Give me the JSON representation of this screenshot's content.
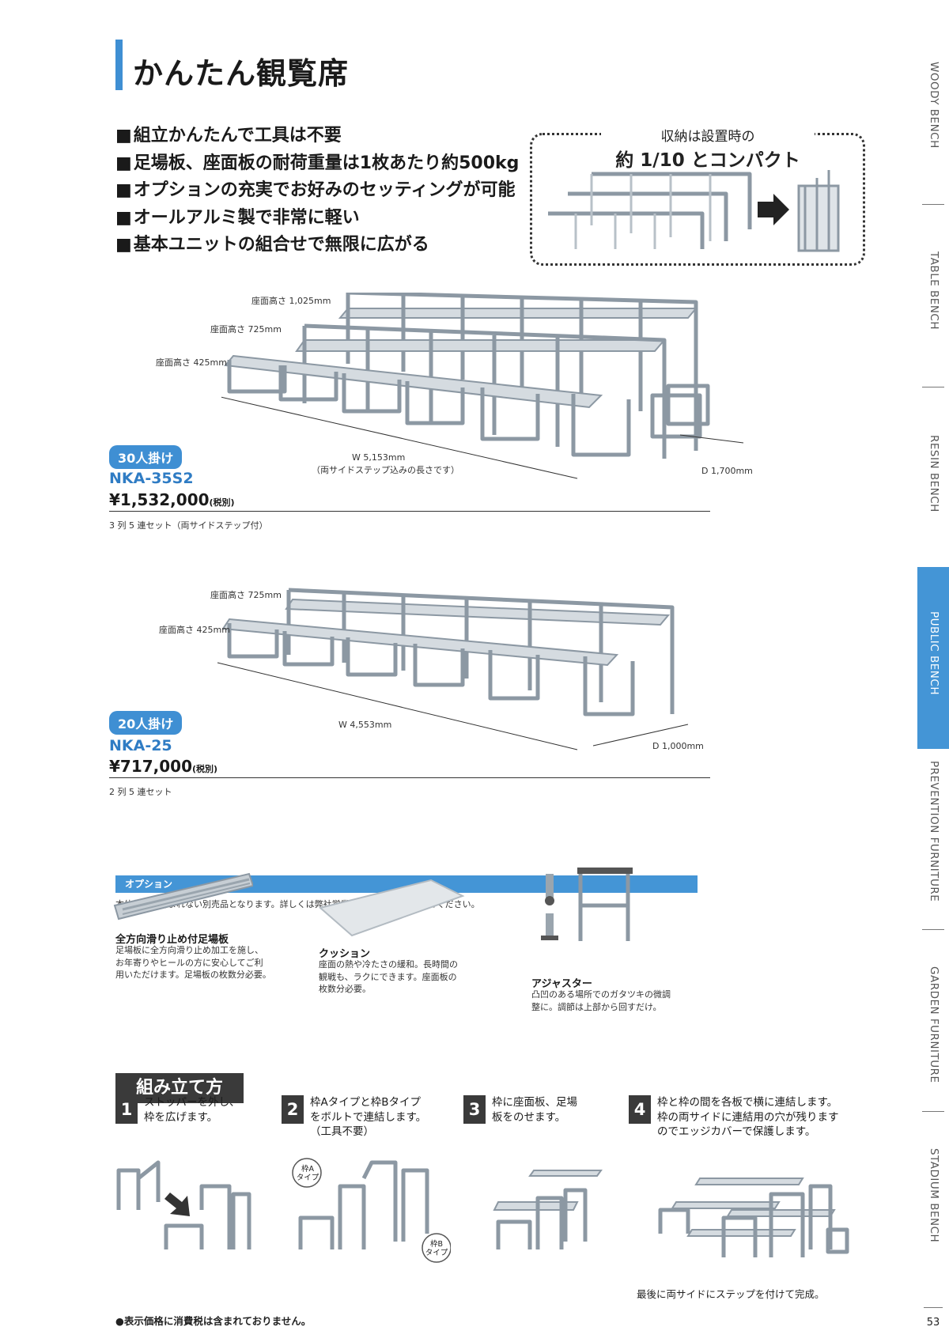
{
  "title": "かんたん観覧席",
  "features": [
    "組立かんたんで工具は不要",
    "足場板、座面板の耐荷重量は1枚あたり約500kg",
    "オプションの充実でお好みのセッティングが可能",
    "オールアルミ製で非常に軽い",
    "基本ユニットの組合せで無限に広がる"
  ],
  "storage": {
    "line1": "収納は設置時の",
    "line2": "約 1/10 とコンパクト"
  },
  "sidebar": {
    "tabs": [
      "WOODY BENCH",
      "TABLE BENCH",
      "RESIN BENCH",
      "PUBLIC BENCH",
      "PREVENTION FURNITURE",
      "GARDEN FURNITURE",
      "STADIUM BENCH"
    ],
    "active": "PUBLIC BENCH"
  },
  "page_number": "53",
  "product1": {
    "badge": "30人掛け",
    "model": "NKA-35S2",
    "price": "¥1,532,000",
    "tax": "(税別)",
    "set": "3 列 5 連セット（両サイドステップ付）",
    "dims": {
      "h1": "座面高さ 1,025mm",
      "h2": "座面高さ 725mm",
      "h3": "座面高さ 425mm",
      "width": "W 5,153mm",
      "width_note": "（両サイドステップ込みの長さです）",
      "depth": "D 1,700mm"
    }
  },
  "product2": {
    "badge": "20人掛け",
    "model": "NKA-25",
    "price": "¥717,000",
    "tax": "(税別)",
    "set": "2 列 5 連セット",
    "dims": {
      "h1": "座面高さ 725mm",
      "h2": "座面高さ 425mm",
      "width": "W 4,553mm",
      "depth": "D 1,000mm"
    }
  },
  "options": {
    "header": "オプション",
    "note": "本体価格に含まれない別売品となります。詳しくは弊社営業担当までお問い合わせください。",
    "items": [
      {
        "name": "全方向滑り止め付足場板",
        "desc": [
          "足場板に全方向滑り止め加工を施し、",
          "お年寄りやヒールの方に安心してご利",
          "用いただけます。足場板の枚数分必要。"
        ]
      },
      {
        "name": "クッション",
        "desc": [
          "座面の熱や冷たさの緩和。長時間の",
          "観戦も、ラクにできます。座面板の",
          "枚数分必要。"
        ]
      },
      {
        "name": "アジャスター",
        "desc": [
          "凸凹のある場所でのガタツキの微調",
          "整に。調節は上部から回すだけ。"
        ]
      }
    ]
  },
  "assembly": {
    "title": "組み立て方",
    "steps": [
      {
        "num": "1",
        "lines": [
          "ストッパーを外し、",
          "枠を広げます。"
        ]
      },
      {
        "num": "2",
        "lines": [
          "枠Aタイプと枠Bタイプ",
          "をボルトで連結します。",
          "（工具不要）"
        ]
      },
      {
        "num": "3",
        "lines": [
          "枠に座面板、足場",
          "板をのせます。"
        ]
      },
      {
        "num": "4",
        "lines": [
          "枠と枠の間を各板で横に連結します。",
          "枠の両サイドに連結用の穴が残ります",
          "のでエッジカバーで保護します。"
        ]
      }
    ],
    "labelA": [
      "枠A",
      "タイプ"
    ],
    "labelB": [
      "枠B",
      "タイプ"
    ],
    "final_note": "最後に両サイドにステップを付けて完成。"
  },
  "footnote": "●表示価格に消費税は含まれておりません。"
}
